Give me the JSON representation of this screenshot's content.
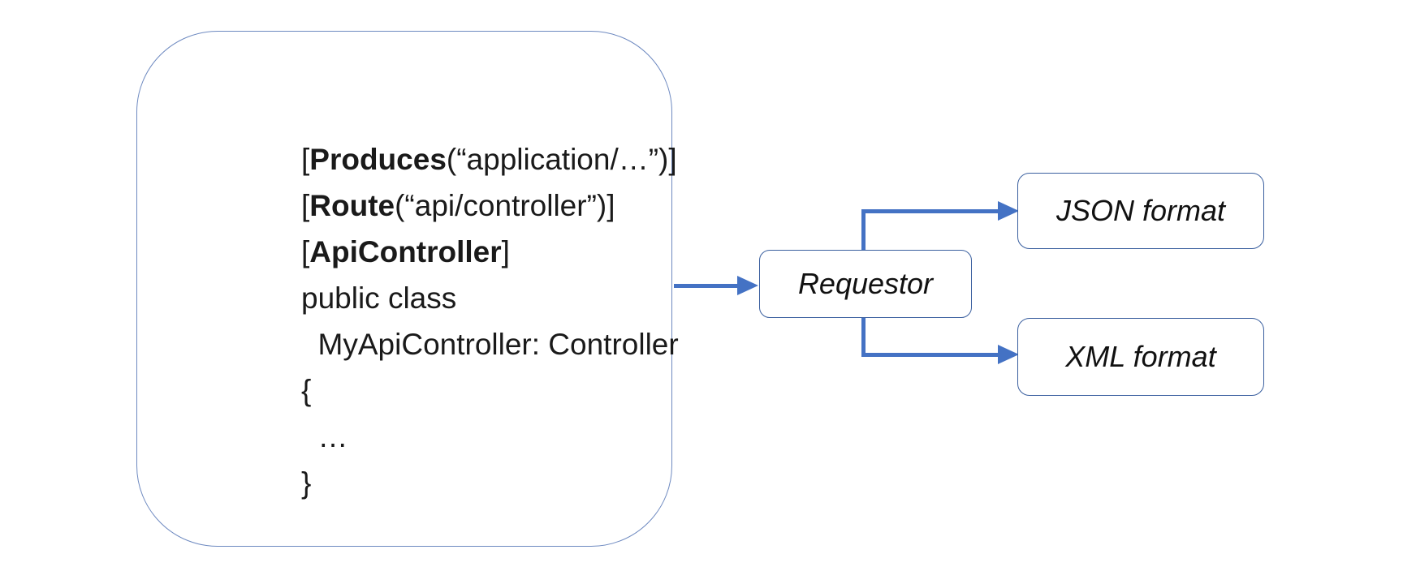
{
  "diagram": {
    "description": "ASP.NET Core API controller content negotiation diagram",
    "code_block": {
      "lines": [
        {
          "segments": [
            {
              "text": "[",
              "bold": false
            },
            {
              "text": "Produces",
              "bold": true
            },
            {
              "text": "(“application/…”)]",
              "bold": false
            }
          ]
        },
        {
          "segments": [
            {
              "text": "[",
              "bold": false
            },
            {
              "text": "Route",
              "bold": true
            },
            {
              "text": "(“api/controller”)]",
              "bold": false
            }
          ]
        },
        {
          "segments": [
            {
              "text": "[",
              "bold": false
            },
            {
              "text": "ApiController",
              "bold": true
            },
            {
              "text": "]",
              "bold": false
            }
          ]
        },
        {
          "segments": [
            {
              "text": "public class",
              "bold": false
            }
          ]
        },
        {
          "segments": [
            {
              "text": "  MyApiController: Controller",
              "bold": false
            }
          ]
        },
        {
          "segments": [
            {
              "text": "{",
              "bold": false
            }
          ]
        },
        {
          "segments": [
            {
              "text": "  …",
              "bold": false
            }
          ]
        },
        {
          "segments": [
            {
              "text": "}",
              "bold": false
            }
          ]
        }
      ]
    },
    "nodes": {
      "requestor": {
        "label": "Requestor"
      },
      "json": {
        "label": "JSON format"
      },
      "xml": {
        "label": "XML format"
      }
    },
    "colors": {
      "arrow": "#4472C4",
      "node_border": "#3A5F9F",
      "code_box_border": "#6D89C0",
      "text": "#1a1a1a"
    }
  }
}
